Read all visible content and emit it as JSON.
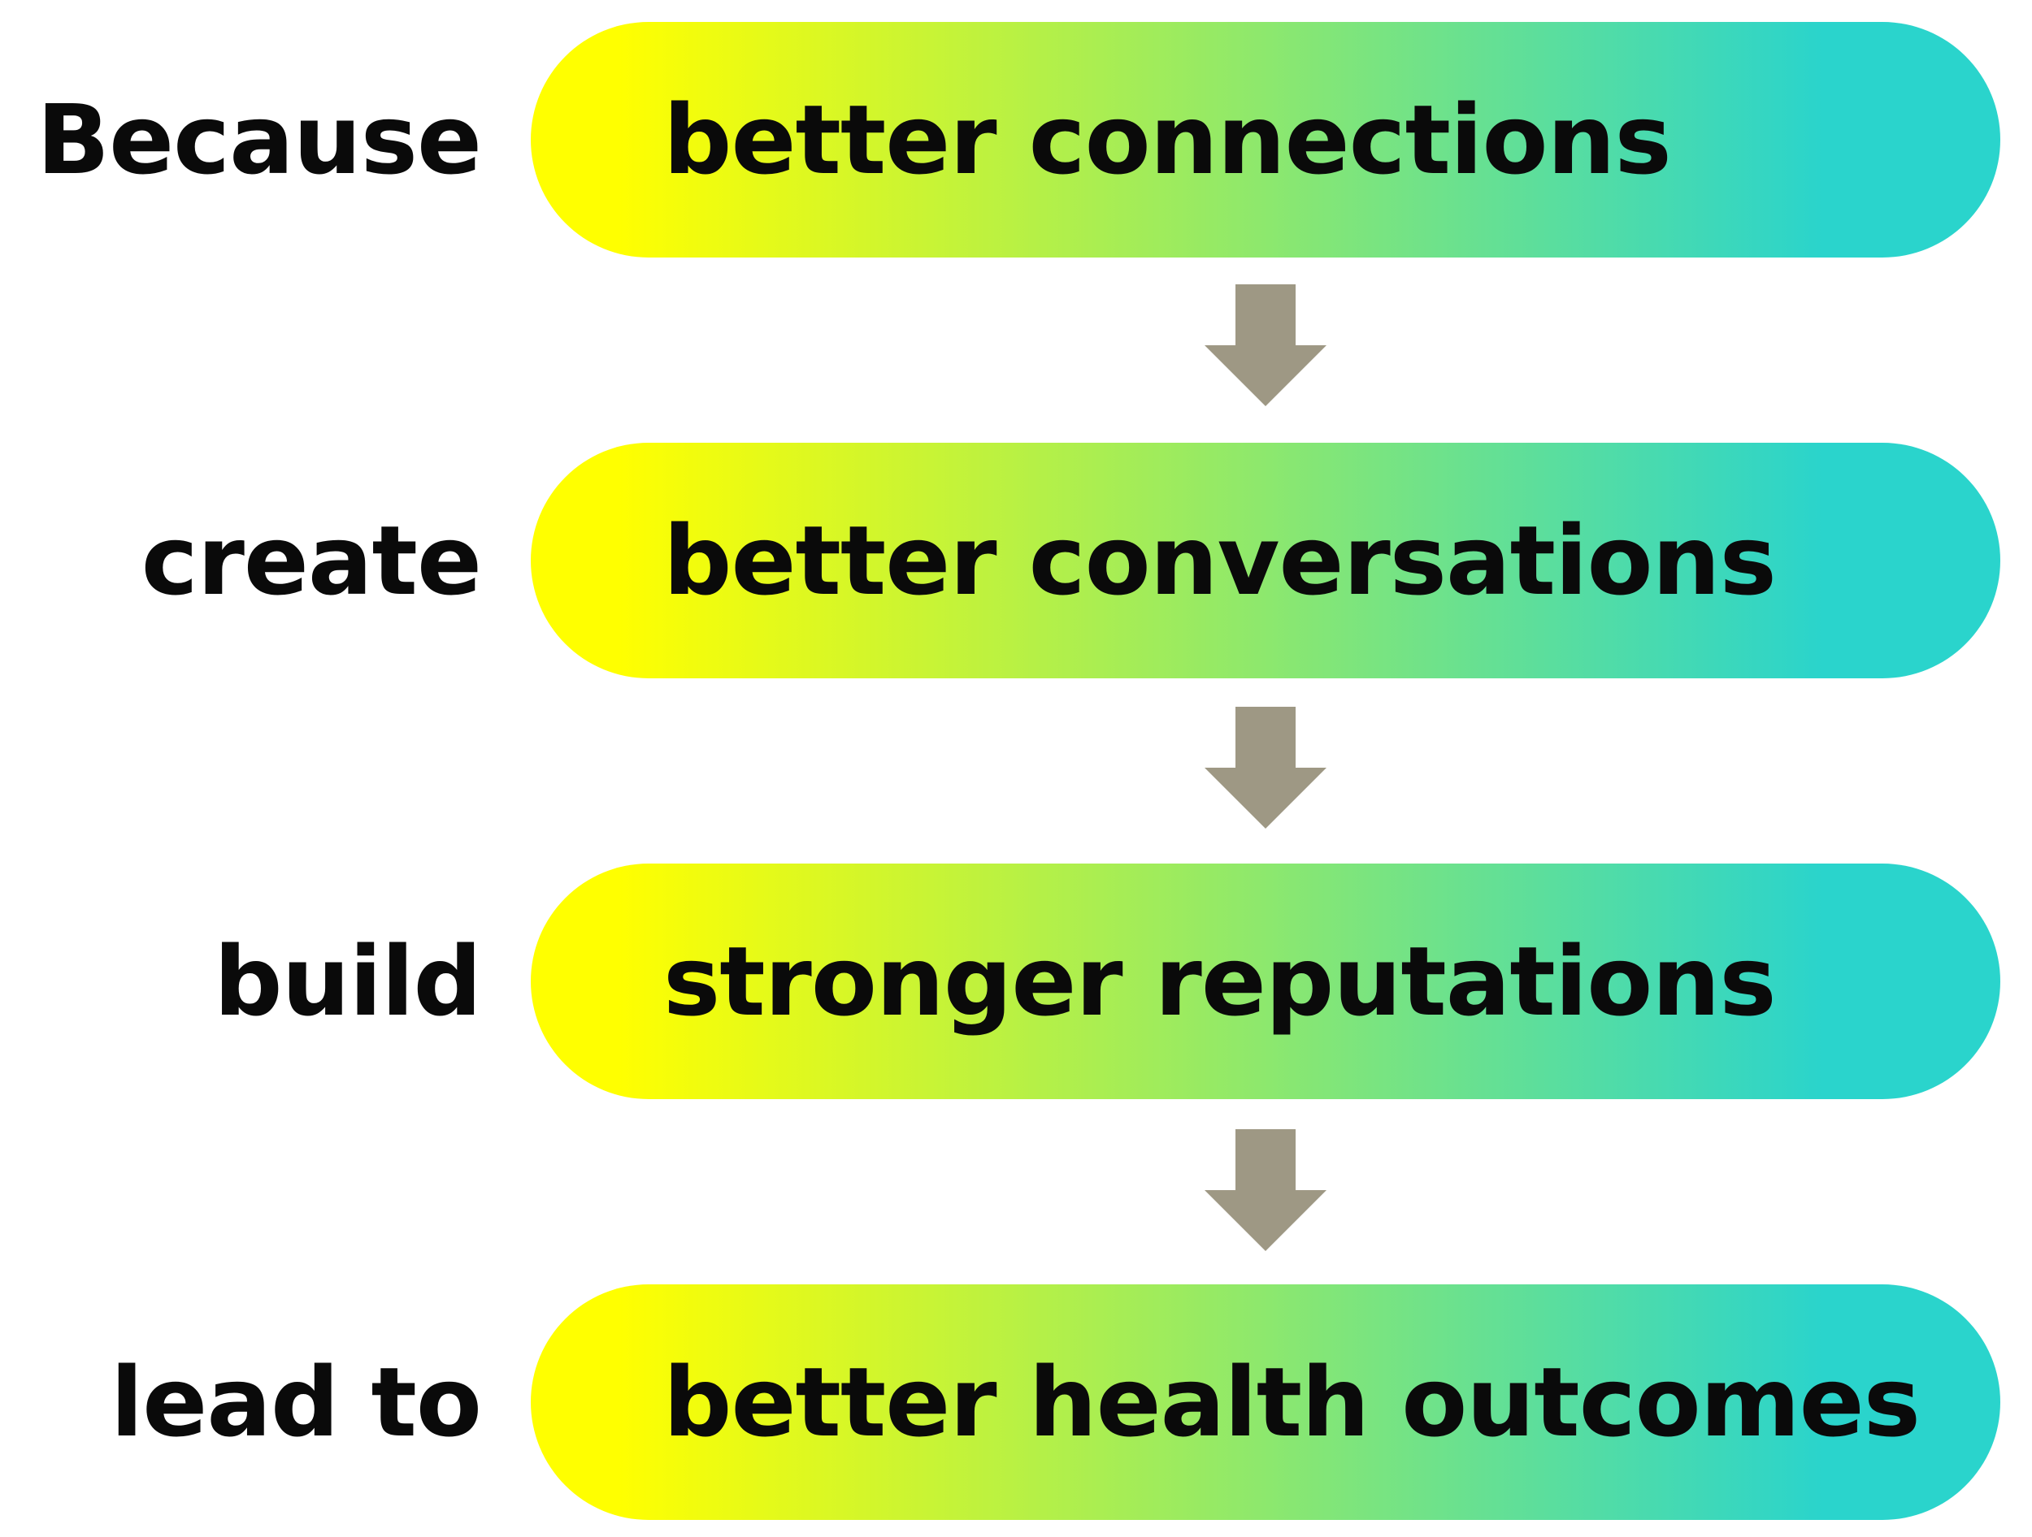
{
  "colors": {
    "gradient_start": "#ffff00",
    "gradient_end": "#2ad4cc",
    "arrow": "#9e9884",
    "text": "#0a0a0a"
  },
  "steps": [
    {
      "connector": "Because",
      "outcome": "better connections"
    },
    {
      "connector": "create",
      "outcome": "better conversations"
    },
    {
      "connector": "build",
      "outcome": "stronger reputations"
    },
    {
      "connector": "lead to",
      "outcome": "better health outcomes"
    }
  ],
  "arrow_icon": "arrow-down-icon"
}
